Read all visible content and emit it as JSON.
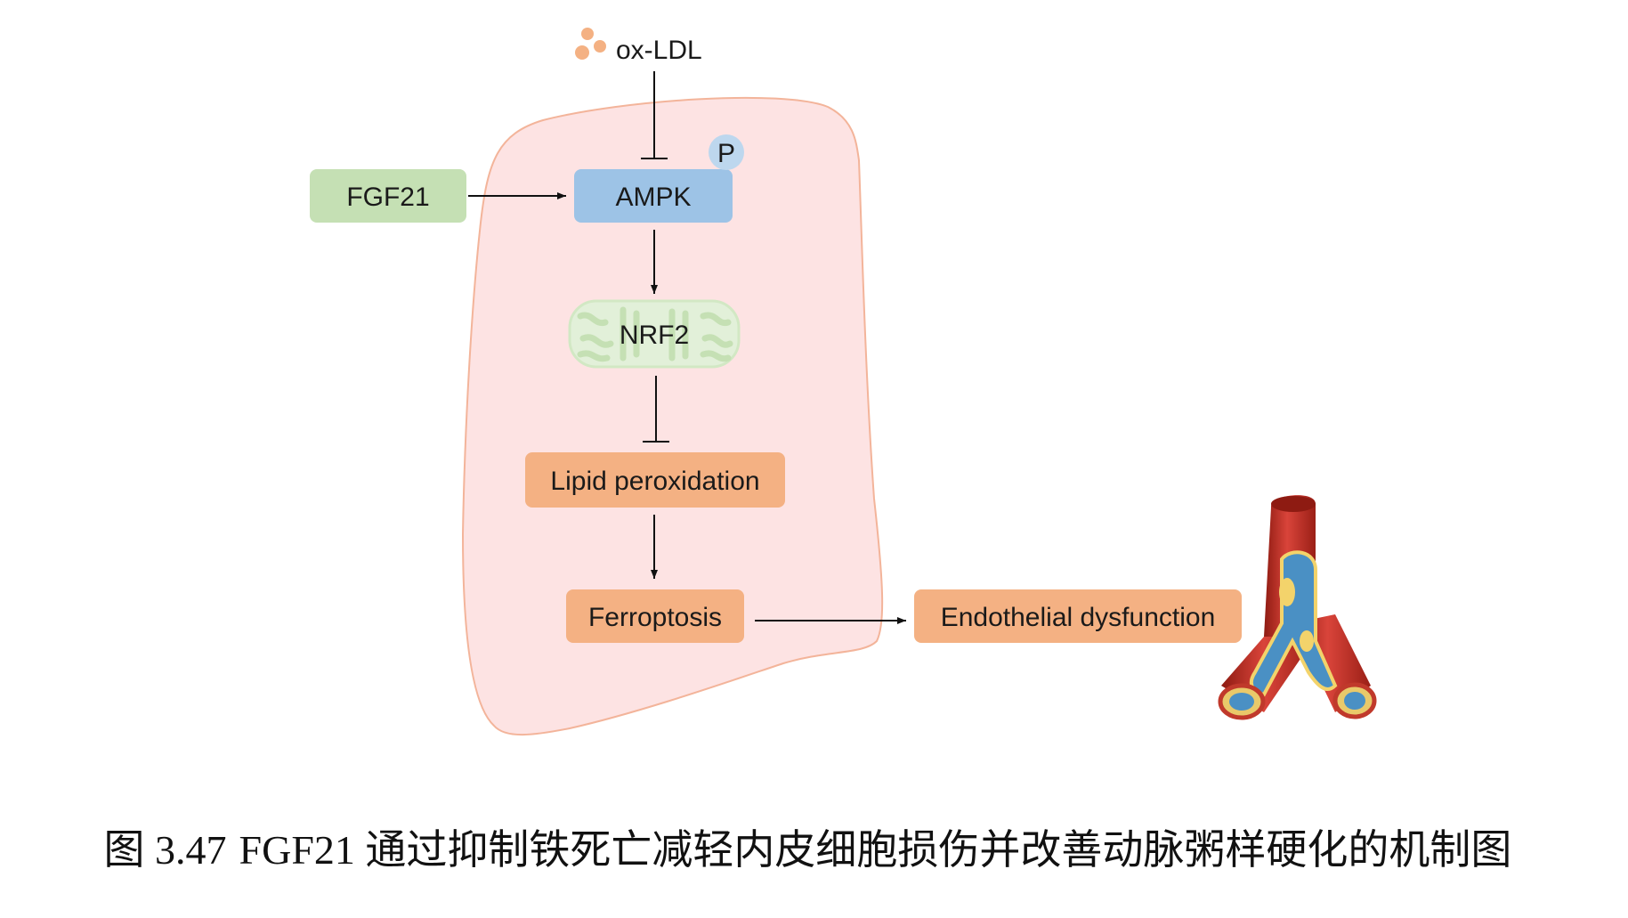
{
  "diagram": {
    "nodes": {
      "oxldl": "ox-LDL",
      "phospho": "P",
      "fgf21": "FGF21",
      "ampk": "AMPK",
      "nrf2": "NRF2",
      "lipid": "Lipid peroxidation",
      "ferroptosis": "Ferroptosis",
      "endothelial": "Endothelial dysfunction"
    },
    "edges": [
      {
        "from": "oxldl",
        "to": "ampk",
        "type": "inhibit"
      },
      {
        "from": "fgf21",
        "to": "ampk",
        "type": "activate"
      },
      {
        "from": "ampk",
        "to": "nrf2",
        "type": "activate"
      },
      {
        "from": "nrf2",
        "to": "lipid",
        "type": "inhibit"
      },
      {
        "from": "lipid",
        "to": "ferroptosis",
        "type": "activate"
      },
      {
        "from": "ferroptosis",
        "to": "endothelial",
        "type": "activate"
      }
    ],
    "colors": {
      "cell_fill": "#fde3e3",
      "cell_stroke": "#f3b49a",
      "fgf21": "#c5e0b4",
      "ampk": "#9dc3e6",
      "phospho": "#bdd7ee",
      "nrf2": "#e2f0d9",
      "orange_node": "#f4b183",
      "oxldl_dots": "#f4b183",
      "vessel": "#c0392b"
    }
  },
  "caption": {
    "figure_number": "图 3.47",
    "text": "FGF21 通过抑制铁死亡减轻内皮细胞损伤并改善动脉粥样硬化的机制图"
  }
}
